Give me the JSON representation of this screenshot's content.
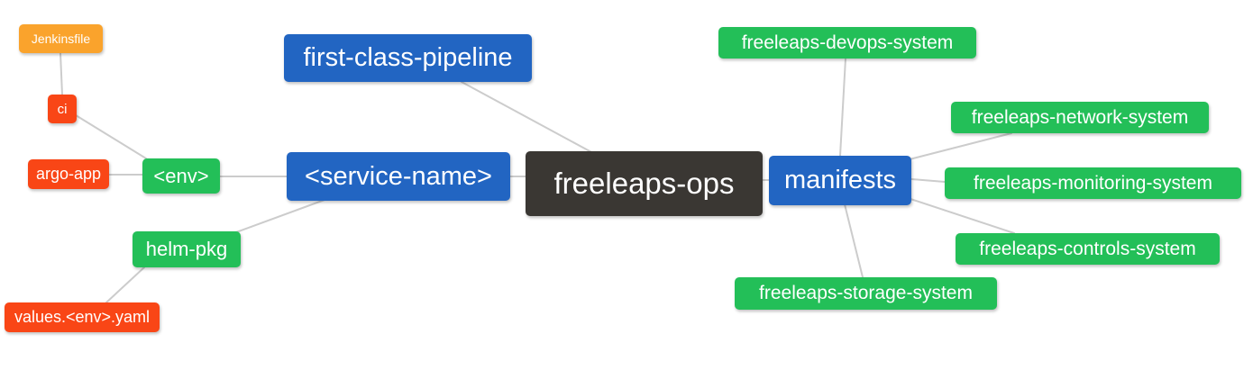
{
  "diagram": {
    "type": "mindmap",
    "root_label": "freeleaps-ops",
    "colors": {
      "blue": "#2265C2",
      "green": "#23BF58",
      "orange": "#FAA32C",
      "red": "#F94616",
      "dark": "#3A3733",
      "edge": "#CCCCCC",
      "background": "#FFFFFF",
      "text": "#FFFFFF"
    },
    "nodes": {
      "jenkinsfile": {
        "label": "Jenkinsfile",
        "color": "#FAA32C"
      },
      "ci": {
        "label": "ci",
        "color": "#F94616"
      },
      "argo_app": {
        "label": "argo-app",
        "color": "#F94616"
      },
      "env": {
        "label": "<env>",
        "color": "#23BF58"
      },
      "service_name": {
        "label": "<service-name>",
        "color": "#2265C2"
      },
      "first_class_pipeline": {
        "label": "first-class-pipeline",
        "color": "#2265C2"
      },
      "freeleaps_ops": {
        "label": "freeleaps-ops",
        "color": "#3A3733"
      },
      "manifests": {
        "label": "manifests",
        "color": "#2265C2"
      },
      "devops_system": {
        "label": "freeleaps-devops-system",
        "color": "#23BF58"
      },
      "network_system": {
        "label": "freeleaps-network-system",
        "color": "#23BF58"
      },
      "monitoring_system": {
        "label": "freeleaps-monitoring-system",
        "color": "#23BF58"
      },
      "controls_system": {
        "label": "freeleaps-controls-system",
        "color": "#23BF58"
      },
      "storage_system": {
        "label": "freeleaps-storage-system",
        "color": "#23BF58"
      },
      "helm_pkg": {
        "label": "helm-pkg",
        "color": "#23BF58"
      },
      "values_env_yaml": {
        "label": "values.<env>.yaml",
        "color": "#F94616"
      }
    },
    "edges": [
      {
        "from": "jenkinsfile",
        "to": "ci"
      },
      {
        "from": "ci",
        "to": "env"
      },
      {
        "from": "argo_app",
        "to": "env"
      },
      {
        "from": "env",
        "to": "service_name"
      },
      {
        "from": "service_name",
        "to": "helm_pkg"
      },
      {
        "from": "helm_pkg",
        "to": "values_env_yaml"
      },
      {
        "from": "service_name",
        "to": "freeleaps_ops"
      },
      {
        "from": "first_class_pipeline",
        "to": "freeleaps_ops"
      },
      {
        "from": "freeleaps_ops",
        "to": "manifests"
      },
      {
        "from": "manifests",
        "to": "devops_system"
      },
      {
        "from": "manifests",
        "to": "network_system"
      },
      {
        "from": "manifests",
        "to": "monitoring_system"
      },
      {
        "from": "manifests",
        "to": "controls_system"
      },
      {
        "from": "manifests",
        "to": "storage_system"
      }
    ]
  }
}
